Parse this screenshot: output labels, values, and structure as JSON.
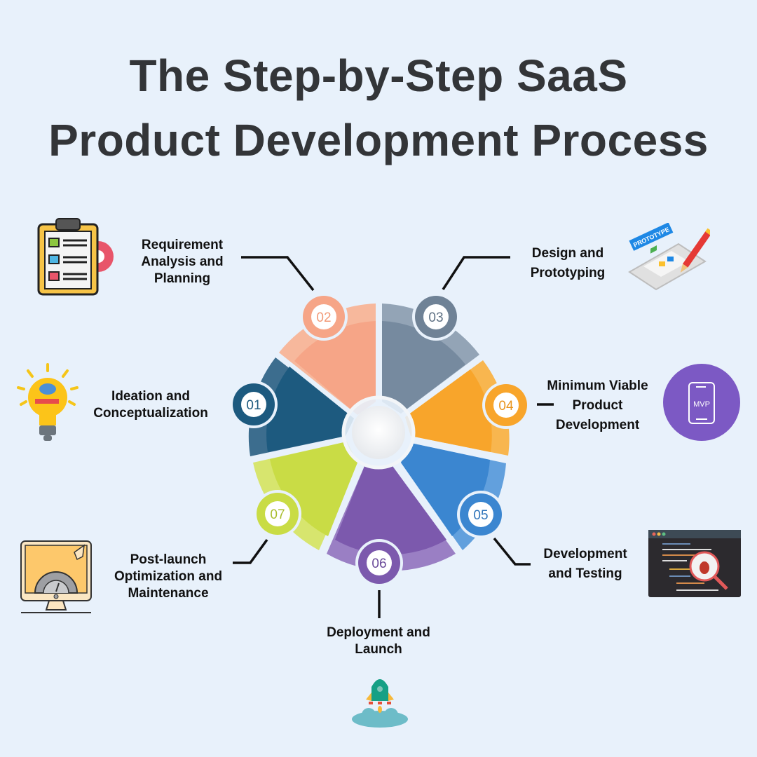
{
  "title": {
    "line1": "The Step-by-Step SaaS",
    "line2": "Product Development Process"
  },
  "steps": [
    {
      "number": "01",
      "label_lines": [
        "Ideation and",
        "Conceptualization"
      ],
      "color": "#1d5a7f",
      "icon": "lightbulb-icon"
    },
    {
      "number": "02",
      "label_lines": [
        "Requirement",
        "Analysis and",
        "Planning"
      ],
      "color": "#f7a98a",
      "icon": "clipboard-checklist-icon"
    },
    {
      "number": "03",
      "label_lines": [
        "Design and",
        "Prototyping"
      ],
      "color": "#768a9f",
      "icon": "prototype-blueprint-icon"
    },
    {
      "number": "04",
      "label_lines": [
        "Minimum Viable",
        "Product",
        "Development"
      ],
      "color": "#f8a52b",
      "icon": "mvp-phone-icon"
    },
    {
      "number": "05",
      "label_lines": [
        "Development",
        "and Testing"
      ],
      "color": "#3b86d0",
      "icon": "code-bug-icon"
    },
    {
      "number": "06",
      "label_lines": [
        "Deployment and",
        "Launch"
      ],
      "color": "#7c59ad",
      "icon": "rocket-icon"
    },
    {
      "number": "07",
      "label_lines": [
        "Post-launch",
        "Optimization and",
        "Maintenance"
      ],
      "color": "#c9dc45",
      "icon": "monitor-gauge-icon"
    }
  ],
  "icon_text": {
    "prototype_tag": "PROTOTYPE",
    "mvp_tag": "MVP"
  }
}
